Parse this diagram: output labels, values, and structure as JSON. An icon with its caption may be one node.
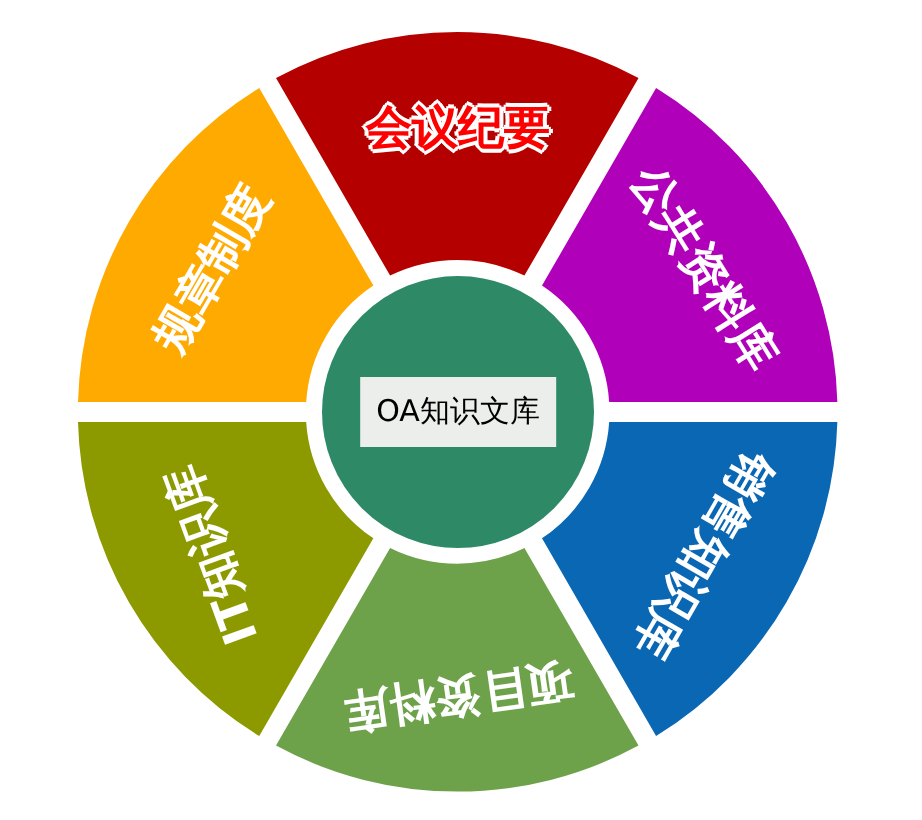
{
  "diagram": {
    "nodes": [
      {
        "text": [
          "会议纪要"
        ]
      },
      {
        "text": [
          "公共资料库"
        ]
      },
      {
        "text": [
          "销售知识库"
        ]
      },
      {
        "text": [
          "项目资料库"
        ]
      },
      {
        "text": [
          "IT知识库"
        ]
      },
      {
        "text": [
          "规章制度"
        ]
      },
      {
        "text": [
          "OA知识文库"
        ]
      }
    ]
  }
}
